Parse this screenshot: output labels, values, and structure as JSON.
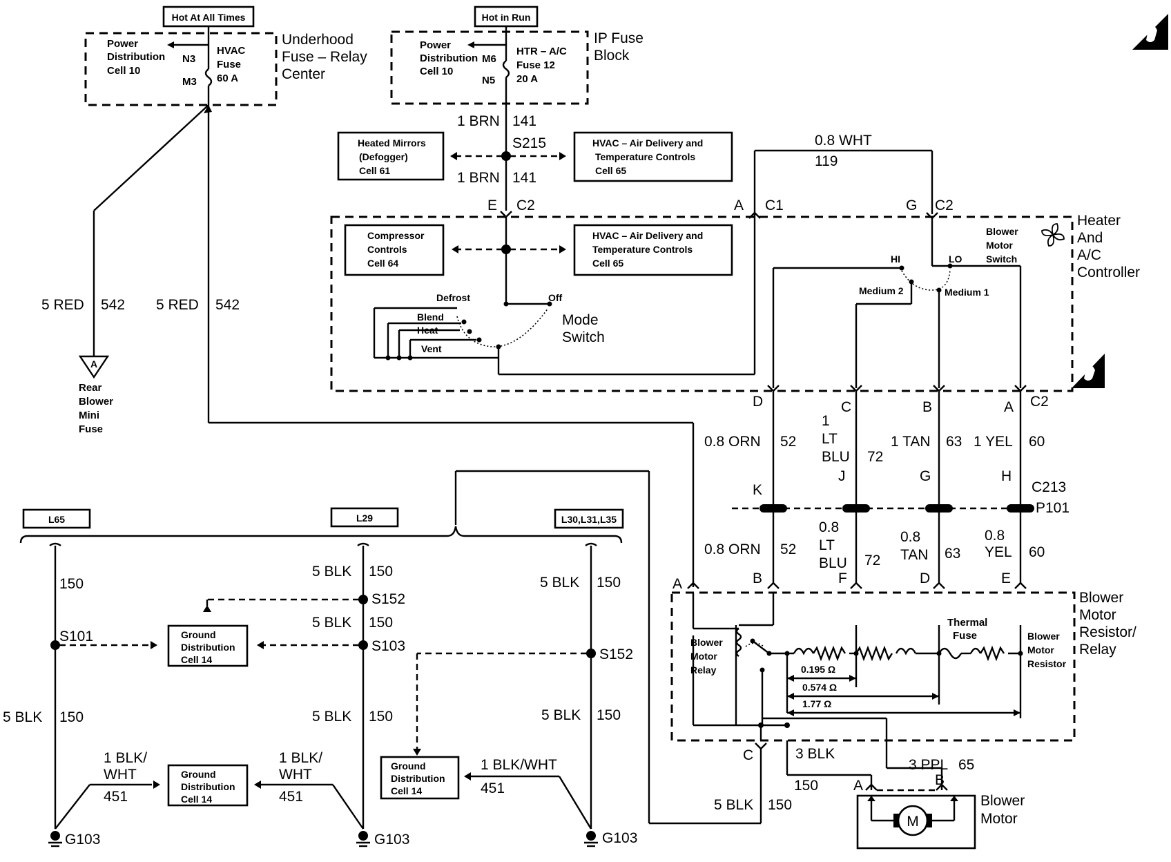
{
  "headers": {
    "hot_at_all_times": "Hot At All Times",
    "hot_in_run": "Hot in Run"
  },
  "underhood": {
    "title_lines": [
      "Underhood",
      "Fuse – Relay",
      "Center"
    ],
    "pd_lines": [
      "Power",
      "Distribution",
      "Cell 10"
    ],
    "fuse_lines": [
      "HVAC",
      "Fuse",
      "60 A"
    ],
    "pin_in": "N3",
    "pin_out": "M3"
  },
  "ip_fuse": {
    "title_lines": [
      "IP Fuse",
      "Block"
    ],
    "pd_lines": [
      "Power",
      "Distribution",
      "Cell 10"
    ],
    "fuse_lines": [
      "HTR – A/C",
      "Fuse 12",
      "20 A"
    ],
    "pin_in": "M6",
    "pin_out": "N5"
  },
  "ref_boxes": {
    "heated_mirrors": [
      "Heated Mirrors",
      "(Defogger)",
      "Cell 61"
    ],
    "hvac_top": [
      "HVAC – Air Delivery and",
      "Temperature Controls",
      "Cell 65"
    ],
    "compressor": [
      "Compressor",
      "Controls",
      "Cell 64"
    ],
    "hvac_mid": [
      "HVAC – Air Delivery and",
      "Temperature Controls",
      "Cell 65"
    ],
    "gnd_a": [
      "Ground",
      "Distribution",
      "Cell 14"
    ],
    "gnd_b": [
      "Ground",
      "Distribution",
      "Cell 14"
    ],
    "gnd_c": [
      "Ground",
      "Distribution",
      "Cell 14"
    ]
  },
  "wires": {
    "brn_1": [
      "1 BRN",
      "141"
    ],
    "brn_2": [
      "1 BRN",
      "141"
    ],
    "wht": [
      "0.8 WHT",
      "119"
    ],
    "red_left": [
      "5 RED",
      "542"
    ],
    "red_right": [
      "5 RED",
      "542"
    ],
    "orn_top": [
      "0.8 ORN",
      "52"
    ],
    "ltblu_top": [
      "1",
      "LT",
      "BLU",
      "72"
    ],
    "tan_top": [
      "1 TAN",
      "63"
    ],
    "yel_top": [
      "1 YEL",
      "60"
    ],
    "orn_bot": [
      "0.8 ORN",
      "52"
    ],
    "ltblu_bot": [
      "0.8",
      "LT",
      "BLU",
      "72"
    ],
    "tan_bot": [
      "0.8",
      "TAN",
      "63"
    ],
    "yel_bot": [
      "0.8",
      "YEL",
      "60"
    ],
    "blk_3": [
      "3 BLK"
    ],
    "ppl_3": [
      "3 PPL",
      "65"
    ],
    "blk_150_motor": [
      "150"
    ],
    "blk_5_motor": [
      "5 BLK",
      "150"
    ],
    "l65_top": [
      "150"
    ],
    "l65_bot": [
      "5 BLK",
      "150"
    ],
    "l29_a": [
      "5 BLK",
      "150"
    ],
    "l29_b": [
      "5 BLK",
      "150"
    ],
    "l29_c": [
      "5 BLK",
      "150"
    ],
    "l30_a": [
      "5 BLK",
      "150"
    ],
    "l30_b": [
      "5 BLK",
      "150"
    ],
    "gnd_left_wire": [
      "1 BLK/",
      "WHT",
      "451"
    ],
    "gnd_mid_wire": [
      "1 BLK/",
      "WHT",
      "451"
    ],
    "gnd_right_wire": [
      "1 BLK/WHT",
      "451"
    ]
  },
  "splices": {
    "s215": "S215",
    "s152_top": "S152",
    "s103": "S103",
    "s101": "S101",
    "s152_right": "S152"
  },
  "connectors": {
    "E": "E",
    "C2_a": "C2",
    "A_c1": "A",
    "C1": "C1",
    "G": "G",
    "C2_b": "C2",
    "D": "D",
    "C": "C",
    "B": "B",
    "A": "A",
    "C2_c": "C2",
    "K": "K",
    "J": "J",
    "G2": "G",
    "H": "H",
    "C213": "C213",
    "P101": "P101",
    "A_relay": "A",
    "B_res": "B",
    "F_res": "F",
    "D_res": "D",
    "E_res": "E",
    "C_relay": "C",
    "A_motor": "A",
    "B_motor": "B"
  },
  "controller": {
    "title_lines": [
      "Heater",
      "And",
      "A/C",
      "Controller"
    ],
    "mode_switch": [
      "Mode",
      "Switch"
    ],
    "mode_positions": [
      "Defrost",
      "Blend",
      "Heat",
      "Vent",
      "Off"
    ],
    "blower_switch": [
      "Blower",
      "Motor",
      "Switch"
    ],
    "blower_positions": [
      "HI",
      "LO",
      "Medium 2",
      "Medium 1"
    ]
  },
  "resistor_relay": {
    "title_lines": [
      "Blower",
      "Motor",
      "Resistor/",
      "Relay"
    ],
    "relay_lines": [
      "Blower",
      "Motor",
      "Relay"
    ],
    "thermal_fuse": [
      "Thermal",
      "Fuse"
    ],
    "resistor_lines": [
      "Blower",
      "Motor",
      "Resistor"
    ],
    "values": [
      "0.195 Ω",
      "0.574 Ω",
      "1.77 Ω"
    ]
  },
  "motor": {
    "label_lines": [
      "Blower",
      "Motor"
    ],
    "symbol": "M"
  },
  "rear_blower": {
    "ref": "A",
    "lines": [
      "Rear",
      "Blower",
      "Mini",
      "Fuse"
    ]
  },
  "options": {
    "l65": "L65",
    "l29": "L29",
    "l30": "L30,L31,L35"
  },
  "grounds": [
    "G103",
    "G103",
    "G103"
  ]
}
